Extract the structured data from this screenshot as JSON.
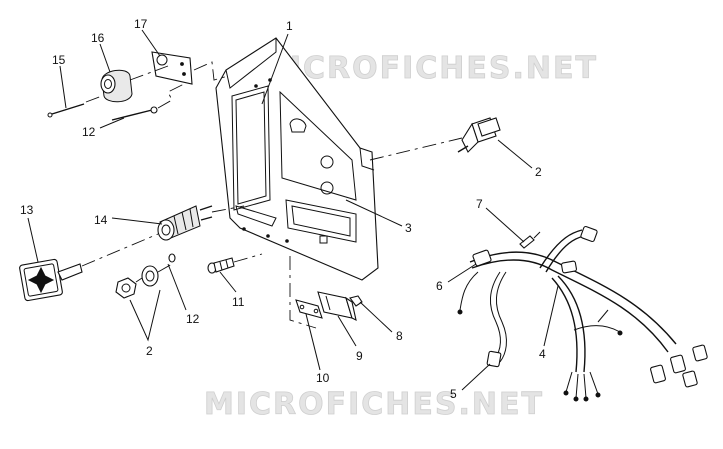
{
  "watermark": {
    "top": "MICROFICHES.NET",
    "bottom": "MICROFICHES.NET"
  },
  "callouts": [
    {
      "id": "label-1",
      "text": "1"
    },
    {
      "id": "label-2-toggle",
      "text": "2"
    },
    {
      "id": "label-2-lock",
      "text": "2"
    },
    {
      "id": "label-3",
      "text": "3"
    },
    {
      "id": "label-4",
      "text": "4"
    },
    {
      "id": "label-5",
      "text": "5"
    },
    {
      "id": "label-6",
      "text": "6"
    },
    {
      "id": "label-7",
      "text": "7"
    },
    {
      "id": "label-8",
      "text": "8"
    },
    {
      "id": "label-9",
      "text": "9"
    },
    {
      "id": "label-10",
      "text": "10"
    },
    {
      "id": "label-11",
      "text": "11"
    },
    {
      "id": "label-12-top",
      "text": "12"
    },
    {
      "id": "label-12-bottom",
      "text": "12"
    },
    {
      "id": "label-13",
      "text": "13"
    },
    {
      "id": "label-14",
      "text": "14"
    },
    {
      "id": "label-15",
      "text": "15"
    },
    {
      "id": "label-16",
      "text": "16"
    },
    {
      "id": "label-17",
      "text": "17"
    }
  ]
}
